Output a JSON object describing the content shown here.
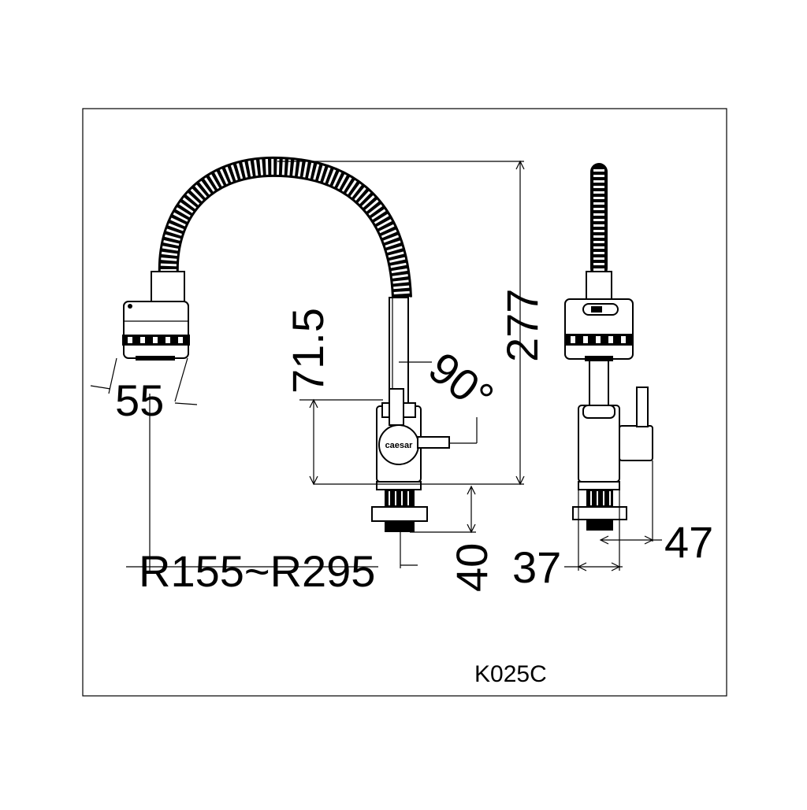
{
  "brand_logo": "caesar",
  "model_code": "K025C",
  "dimensions": {
    "spray_head_width": "55",
    "swivel_radius": "R155~R295",
    "spout_height": "71.5",
    "rotation_angle": "90°",
    "total_height": "277",
    "base_height": "40",
    "base_width": "37",
    "handle_depth": "47"
  }
}
